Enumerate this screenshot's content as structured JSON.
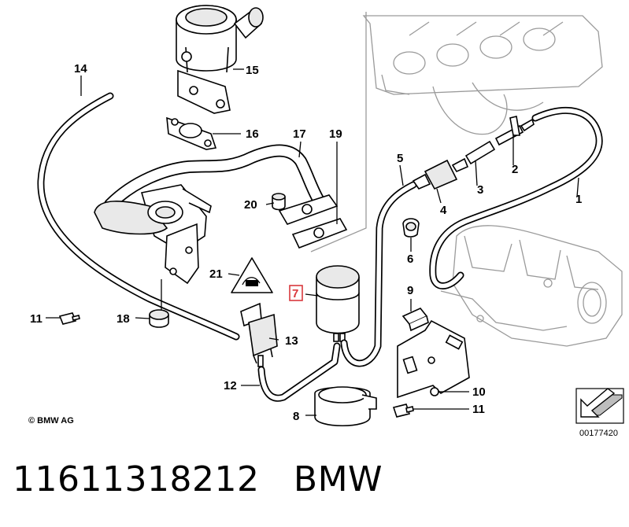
{
  "diagram": {
    "callouts": {
      "c1": "1",
      "c2": "2",
      "c3": "3",
      "c4": "4",
      "c5": "5",
      "c6": "6",
      "c7": "7",
      "c8": "8",
      "c9": "9",
      "c10": "10",
      "c11a": "11",
      "c11b": "11",
      "c12": "12",
      "c13": "13",
      "c14": "14",
      "c15": "15",
      "c16": "16",
      "c17": "17",
      "c18": "18",
      "c19": "19",
      "c20": "20",
      "c21": "21"
    },
    "highlighted_callout": "7",
    "highlight_color": "#d9393e",
    "copyright": "© BMW AG",
    "reference_code": "00177420"
  },
  "footer": {
    "part_number": "11611318212",
    "brand": "BMW"
  }
}
